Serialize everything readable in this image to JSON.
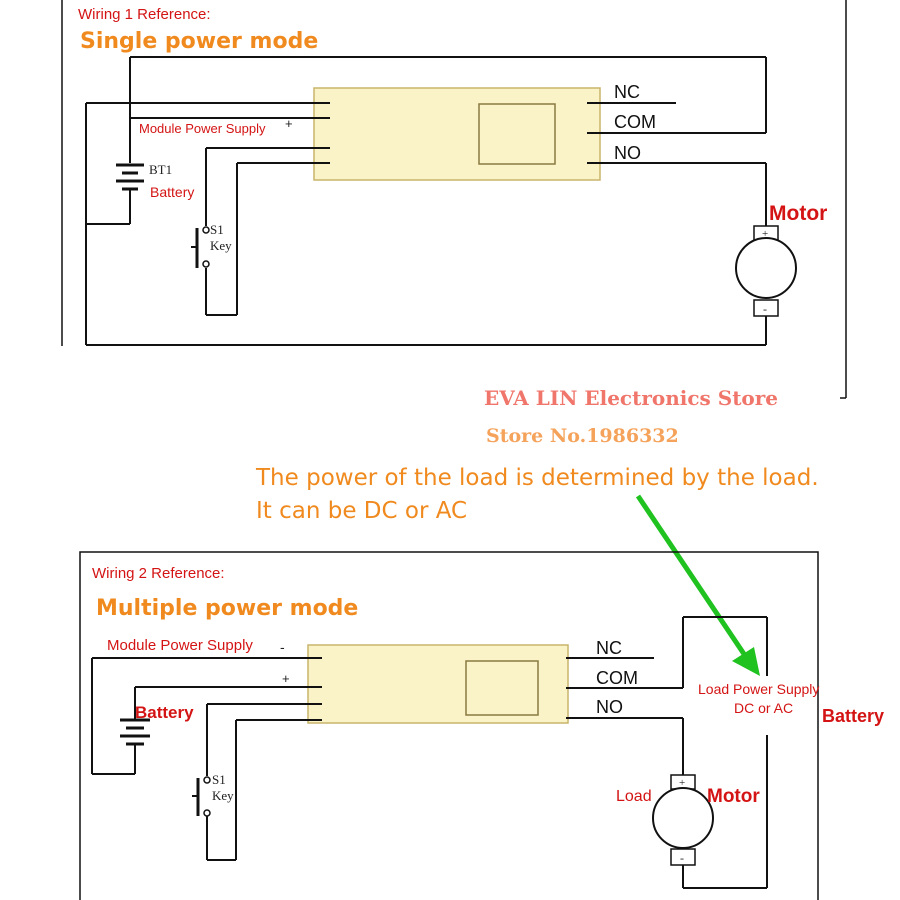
{
  "wiring1": {
    "title": "Wiring 1 Reference:",
    "mode": "Single power mode",
    "module_supply": "Module Power Supply",
    "plus": "+",
    "bt_id": "BT1",
    "battery": "Battery",
    "switch_id": "S1",
    "switch_label": "Key",
    "nc": "NC",
    "com": "COM",
    "no": "NO",
    "motor": "Motor",
    "motor_plus": "+",
    "motor_minus": "-"
  },
  "store": {
    "name": "EVA LIN Electronics Store",
    "number": "Store No.1986332"
  },
  "note": {
    "line1": "The power of the load is determined by the load.",
    "line2": "It can be DC or AC"
  },
  "wiring2": {
    "title": "Wiring 2 Reference:",
    "mode": "Multiple power mode",
    "module_supply": "Module Power Supply",
    "minus": "-",
    "plus": "+",
    "battery_left": "Battery",
    "switch_id": "S1",
    "switch_label": "Key",
    "nc": "NC",
    "com": "COM",
    "no": "NO",
    "load_supply_1": "Load Power Supply",
    "load_supply_2": "DC or AC",
    "battery_right": "Battery",
    "load": "Load",
    "motor": "Motor",
    "motor_plus": "+",
    "motor_minus": "-"
  },
  "colors": {
    "module_fill": "#fbf3c8",
    "module_stroke": "#c9b46a",
    "arrow": "#1fc21f",
    "orange": "#f08a1e",
    "red": "#d41414"
  }
}
